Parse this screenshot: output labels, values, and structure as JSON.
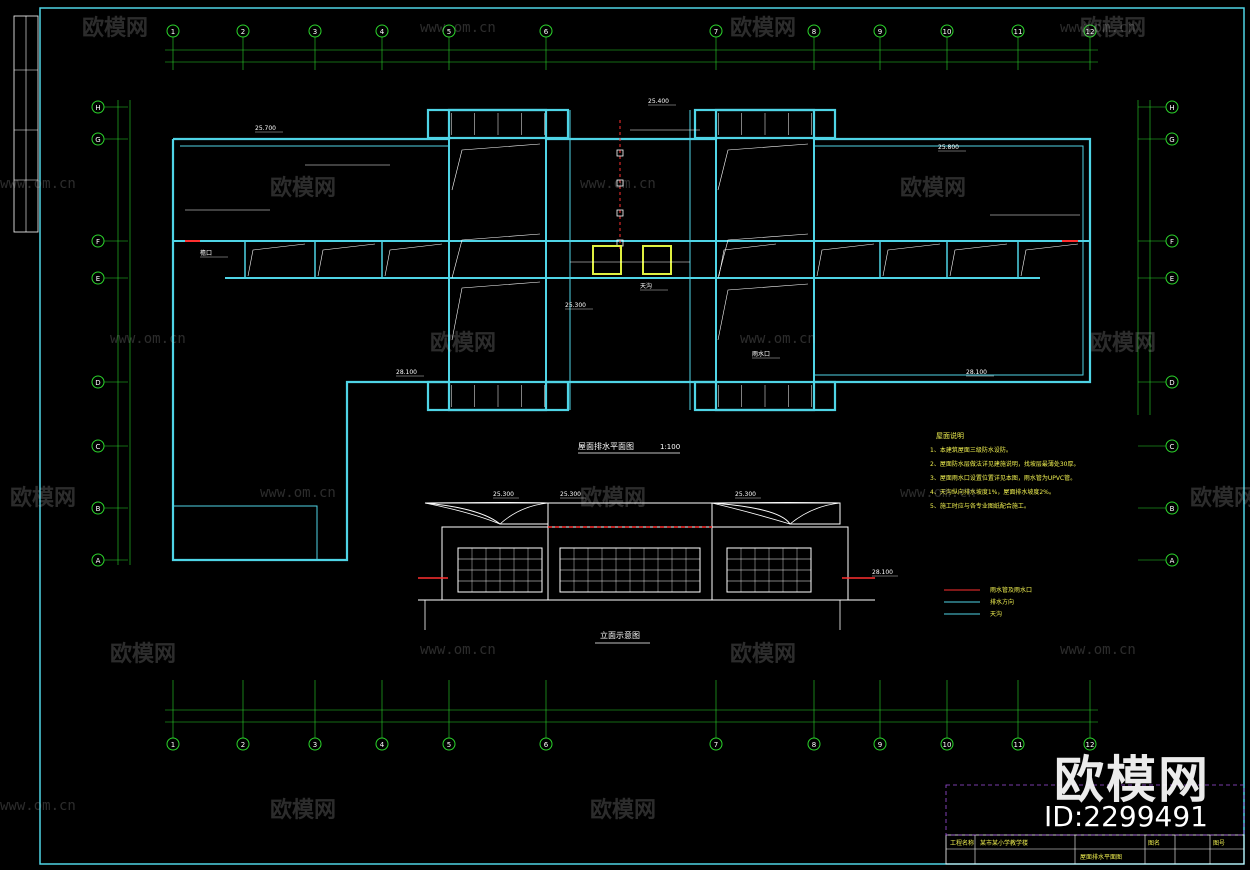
{
  "colors": {
    "background": "#000000",
    "frame": "#4fd4e6",
    "axis": "#2bd42b",
    "wall": "#4fd4e6",
    "accent": "#ff3030",
    "text": "#ffffff",
    "note_text": "#f0f050",
    "column": "#e0f040"
  },
  "grid": {
    "columns": [
      "1",
      "2",
      "3",
      "4",
      "5",
      "6",
      "7",
      "8",
      "9",
      "10",
      "11",
      "12"
    ],
    "rows": [
      "A",
      "B",
      "C",
      "D",
      "E",
      "F",
      "G",
      "H"
    ]
  },
  "drawing": {
    "plan_title": "屋面排水平面图",
    "plan_scale": "1:100",
    "elevation_title": "立面示意图",
    "plan_labels": [
      "25.400",
      "25.700",
      "25.800",
      "25.300",
      "28.100",
      "28.100",
      "檐口",
      "天沟",
      "雨水口"
    ],
    "elevation_labels": [
      "25.300",
      "25.300",
      "25.300",
      "28.100"
    ]
  },
  "notes": {
    "title": "屋面说明",
    "items": [
      "1、本建筑屋面三级防水设防。",
      "2、屋面防水层做法详见建施说明，找坡层最薄处30厚。",
      "3、屋面雨水口设置位置详见本图，雨水管为UPVC管。",
      "4、天沟纵向排水坡度1%，屋面排水坡度2%。",
      "5、施工时应与各专业图纸配合施工。"
    ],
    "legend": [
      "雨水管及雨水口",
      "排水方向",
      "天沟"
    ]
  },
  "titleblock": {
    "project_label": "工程名称",
    "project_name": "某市某小学教学楼",
    "drawing_label": "图名",
    "drawing_name": "屋面排水平面图",
    "number_label": "图号"
  },
  "watermark": {
    "brand": "欧模网",
    "url": "www.om.cn",
    "id": "ID:2299491"
  }
}
